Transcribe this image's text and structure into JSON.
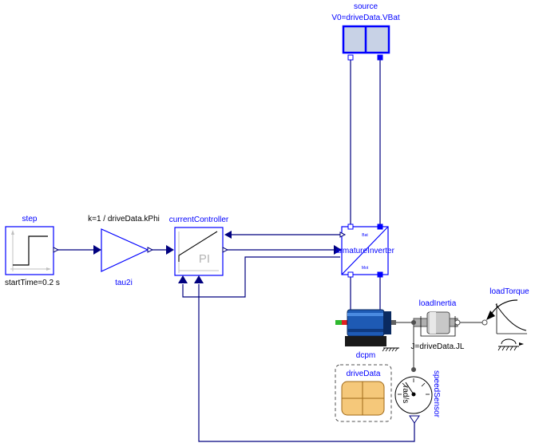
{
  "colors": {
    "wire": "#00007f",
    "block_border": "#0000ff",
    "label_blue": "#0000ff",
    "battery_fill": "#c8d2e6",
    "motor_blue": "#1e5ab4",
    "data_fill": "#f5c87a"
  },
  "blocks": {
    "source": {
      "name": "source",
      "param": "V0=driveData.VBat"
    },
    "step": {
      "name": "step",
      "param": "startTime=0.2 s"
    },
    "gain": {
      "name": "tau2i",
      "param": "k=1 / driveData.kPhi"
    },
    "controller": {
      "name": "currentController",
      "icon_text": "PI"
    },
    "inverter": {
      "name": "armatureInverter",
      "top_tag": "Bat",
      "bottom_tag": "Mot"
    },
    "motor": {
      "name": "dcpm"
    },
    "load_inertia": {
      "name": "loadInertia",
      "param": "J=driveData.JL"
    },
    "load_torque": {
      "name": "loadTorque"
    },
    "drive_data": {
      "name": "driveData"
    },
    "speed_sensor": {
      "name": "speedSensor",
      "unit": "rad/s"
    }
  }
}
